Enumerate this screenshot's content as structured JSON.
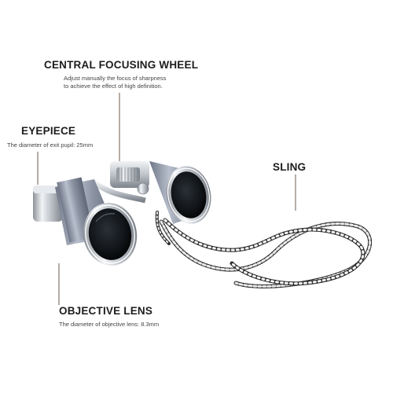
{
  "colors": {
    "background": "#ffffff",
    "heading": "#1d1d1d",
    "leader_line": "#6f5a4a",
    "body_metal": "#9aa3b4",
    "chrome": "#d9dde3",
    "lens": "#111418"
  },
  "callouts": {
    "focusing_wheel": {
      "title": "CENTRAL FOCUSING WHEEL",
      "lines": [
        "Adjust manually the focus of sharpness",
        "to achieve the effect of high definition."
      ]
    },
    "eyepiece": {
      "title": "EYEPIECE",
      "text": "The diameter of exit pupil: 25mm"
    },
    "sling": {
      "title": "SLING"
    },
    "objective_lens": {
      "title": "OBJECTIVE LENS",
      "text": "The diameter of objective lens: 8.3mm"
    }
  },
  "product": {
    "icon": "opera-glasses-icon",
    "accessory_icon": "braided-cord-icon"
  }
}
